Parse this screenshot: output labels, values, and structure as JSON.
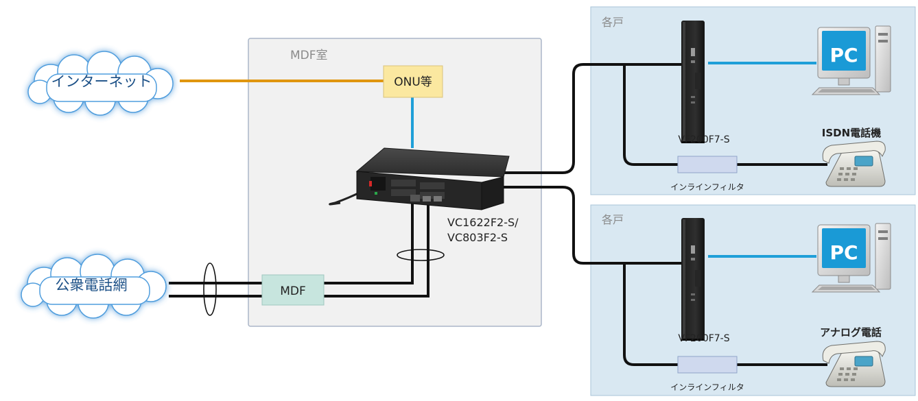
{
  "colors": {
    "internet_line": "#e0960f",
    "lan_line": "#1f9fd8",
    "phone_line": "#111111",
    "mdf_room_fill": "#f1f1f1",
    "unit_fill": "#d9e8f2",
    "cloud_fill": "#ffffff",
    "cloud_glow": "#3d8fd6",
    "onu_fill": "#fbe8a0",
    "mdf_fill": "#c7e5de",
    "filter_fill": "#cfd9ee",
    "pc_badge": "#1a9ad6"
  },
  "clouds": {
    "internet": "インターネット",
    "public_network": "公衆電話網"
  },
  "mdf_room": {
    "label": "MDF室",
    "onu": "ONU等",
    "mdf": "MDF",
    "device_model": [
      "VC1622F2-S/",
      "VC803F2-S"
    ]
  },
  "units": [
    {
      "label": "各戸",
      "terminal_model": "VF200F7-S",
      "pc_label": "PC",
      "phone_label": "ISDN電話機",
      "filter_label": "インラインフィルタ"
    },
    {
      "label": "各戸",
      "terminal_model": "VF200F7-S",
      "pc_label": "PC",
      "phone_label": "アナログ電話",
      "filter_label": "インラインフィルタ"
    }
  ],
  "icons": {
    "cloud": "cloud-icon",
    "network_switch": "network-switch-icon",
    "terminal": "terminal-unit-icon",
    "pc": "pc-icon",
    "phone": "telephone-icon"
  }
}
